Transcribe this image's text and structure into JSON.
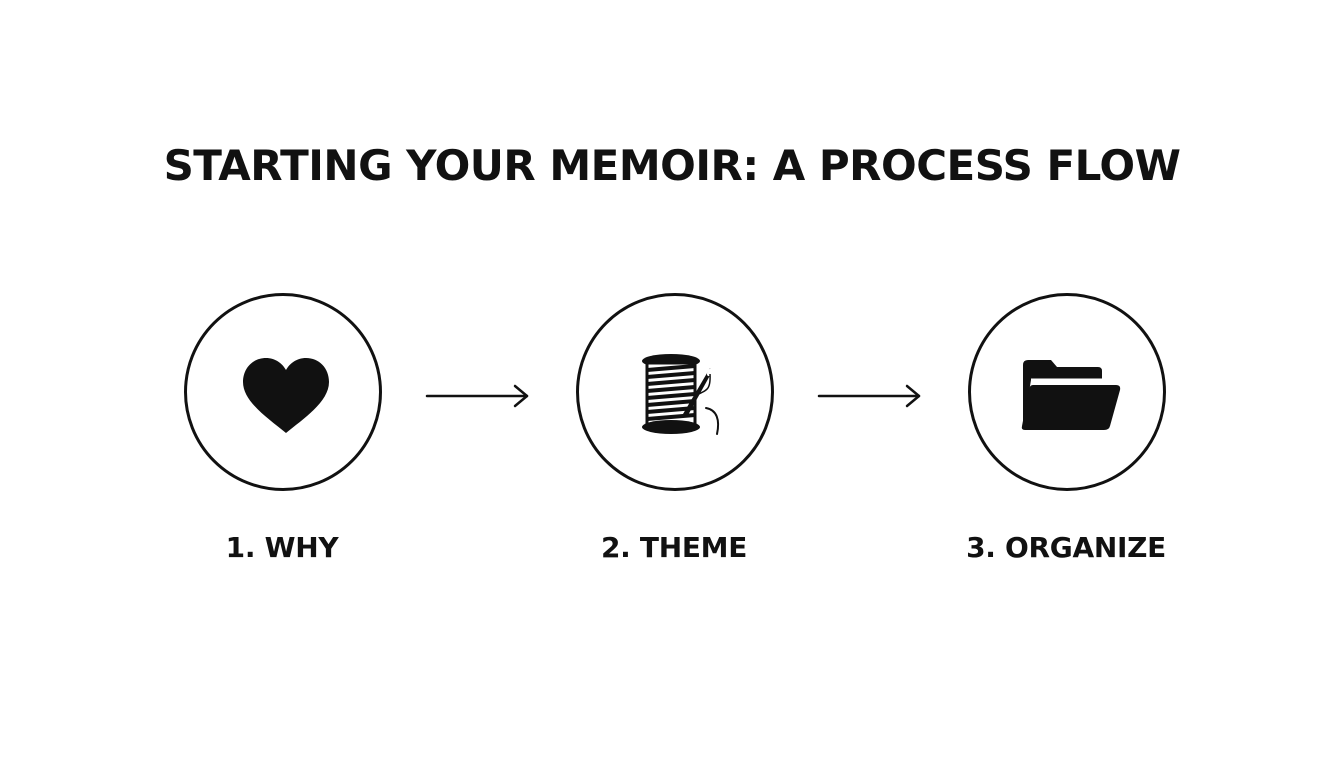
{
  "title": "STARTING YOUR MEMOIR: A PROCESS FLOW",
  "steps": [
    {
      "label": "1. WHY",
      "icon": "heart-icon"
    },
    {
      "label": "2. THEME",
      "icon": "thread-spool-needle-icon"
    },
    {
      "label": "3. ORGANIZE",
      "icon": "folder-icon"
    }
  ],
  "connectors": [
    {
      "icon": "arrow-right-icon"
    },
    {
      "icon": "arrow-right-icon"
    }
  ],
  "colors": {
    "ink": "#111111",
    "background": "#ffffff"
  }
}
